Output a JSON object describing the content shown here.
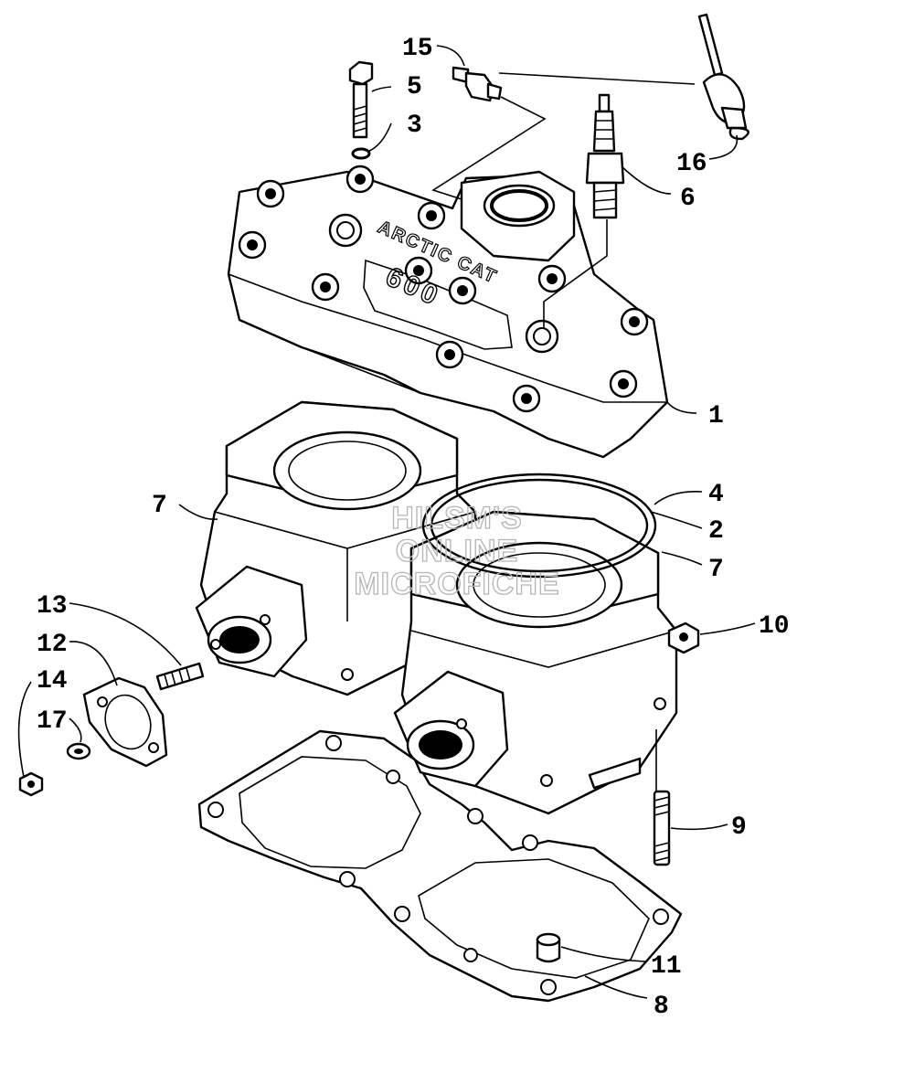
{
  "diagram": {
    "watermark": [
      "HILSM'S",
      "ONLINE",
      "MICROFICHE"
    ],
    "head_emboss": [
      "ARCTIC CAT",
      "600"
    ],
    "callouts": [
      "1",
      "2",
      "3",
      "4",
      "5",
      "6",
      "7",
      "7",
      "8",
      "9",
      "10",
      "11",
      "12",
      "13",
      "14",
      "15",
      "16",
      "17"
    ]
  }
}
